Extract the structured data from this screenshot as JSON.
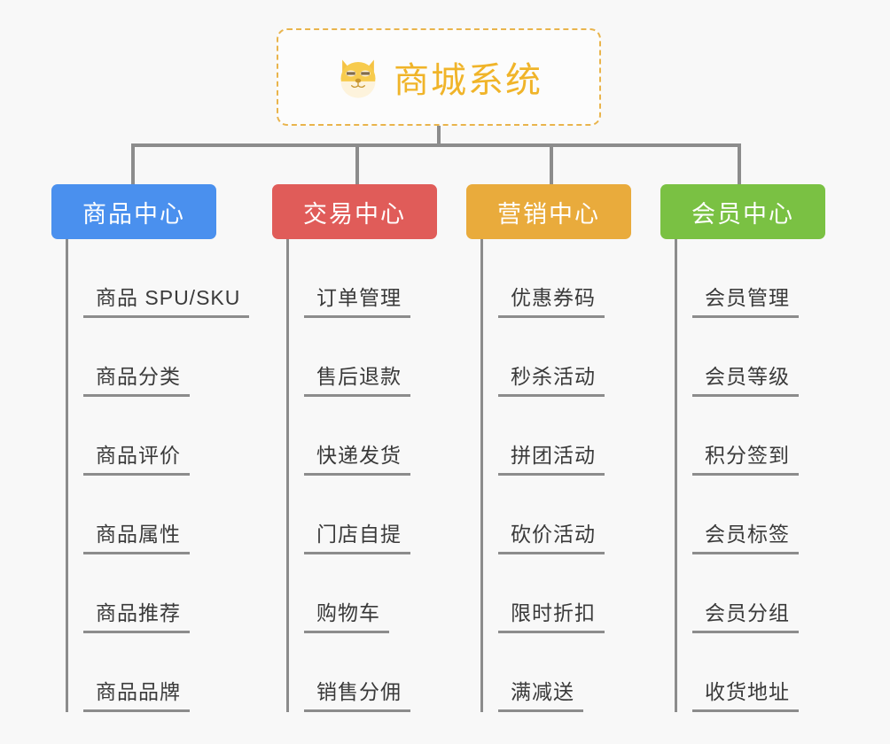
{
  "root": {
    "title": "商城系统",
    "icon": "dog-face-emoji",
    "border_color": "#e9b44c",
    "text_color": "#f0b429"
  },
  "connector_color": "#8c8c8c",
  "background_color": "#f8f8f8",
  "branches": [
    {
      "label": "商品中心",
      "color": "#4a90ee",
      "color_class": "c-blue",
      "items": [
        "商品 SPU/SKU",
        "商品分类",
        "商品评价",
        "商品属性",
        "商品推荐",
        "商品品牌"
      ]
    },
    {
      "label": "交易中心",
      "color": "#e05c59",
      "color_class": "c-red",
      "items": [
        "订单管理",
        "售后退款",
        "快递发货",
        "门店自提",
        "购物车",
        "销售分佣"
      ]
    },
    {
      "label": "营销中心",
      "color": "#e9ab3c",
      "color_class": "c-orange",
      "items": [
        "优惠券码",
        "秒杀活动",
        "拼团活动",
        "砍价活动",
        "限时折扣",
        "满减送"
      ]
    },
    {
      "label": "会员中心",
      "color": "#7ac143",
      "color_class": "c-green",
      "items": [
        "会员管理",
        "会员等级",
        "积分签到",
        "会员标签",
        "会员分组",
        "收货地址"
      ]
    }
  ]
}
